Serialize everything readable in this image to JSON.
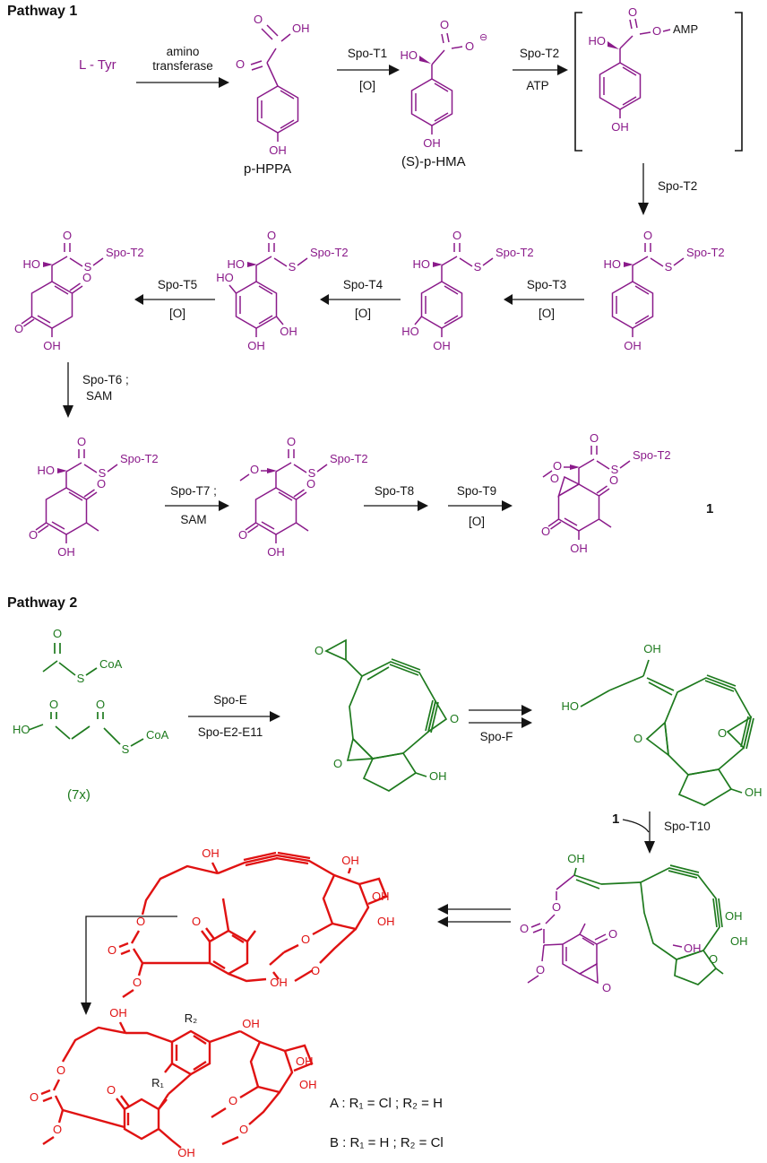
{
  "headers": {
    "pathway1": "Pathway 1",
    "pathway2": "Pathway 2"
  },
  "colors": {
    "purple": "#8A1A8A",
    "green": "#1E7A1E",
    "red": "#E01212",
    "black": "#141414"
  },
  "compounds": {
    "l_tyr": "L - Tyr",
    "p_hppa": "p-HPPA",
    "s_p_hma": "(S)-p-HMA",
    "seven_x": "(7x)",
    "one": "1"
  },
  "enzymes": {
    "amino_1": "amino",
    "amino_2": "transferase",
    "spo_t1": "Spo-T1",
    "spo_t2": "Spo-T2",
    "spo_t3": "Spo-T3",
    "spo_t4": "Spo-T4",
    "spo_t5": "Spo-T5",
    "spo_t6": "Spo-T6 ;",
    "spo_t7": "Spo-T7 ;",
    "spo_t8": "Spo-T8",
    "spo_t9": "Spo-T9",
    "spo_t10": "Spo-T10",
    "spo_e": "Spo-E",
    "spo_e2_e11": "Spo-E2-E11",
    "spo_f": "Spo-F",
    "ox": "[O]",
    "atp": "ATP",
    "sam": "SAM"
  },
  "atoms": {
    "O": "O",
    "HO": "HO",
    "OH": "OH",
    "S": "S",
    "CoA": "CoA",
    "AMP": "AMP",
    "minus": "⊖",
    "R1": "R₁",
    "R2": "R₂"
  },
  "legend": {
    "a": "A : R₁ = Cl  ;  R₂ = H",
    "b": "B : R₁ = H  ;  R₂ = Cl"
  }
}
